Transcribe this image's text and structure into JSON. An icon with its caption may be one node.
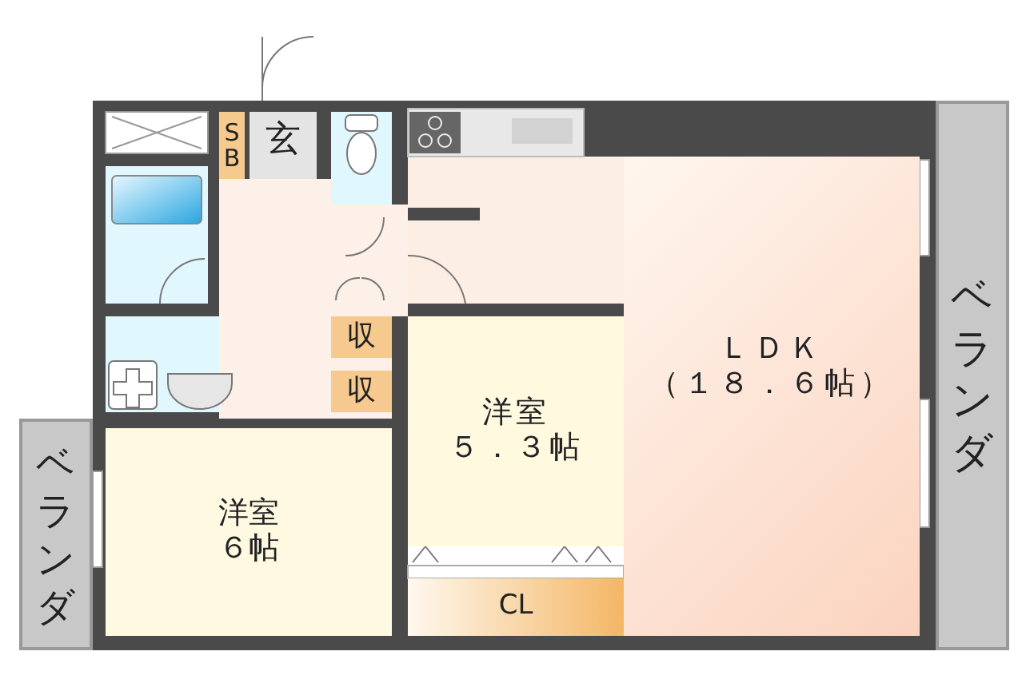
{
  "diagram": {
    "nodes": [
      {
        "text": [
          "S B"
        ]
      },
      {
        "text": [
          "玄"
        ]
      },
      {
        "text": [
          "ベランダ"
        ]
      },
      {
        "text": [
          "ＬＤＫ",
          "（１８．６帖）"
        ]
      },
      {
        "text": [
          "収"
        ]
      },
      {
        "text": [
          "収"
        ]
      },
      {
        "text": [
          "洋室",
          "５．３帖"
        ]
      },
      {
        "text": [
          "ベランダ"
        ]
      },
      {
        "text": [
          "洋室",
          "６帖"
        ]
      },
      {
        "text": [
          "CL"
        ]
      }
    ]
  }
}
